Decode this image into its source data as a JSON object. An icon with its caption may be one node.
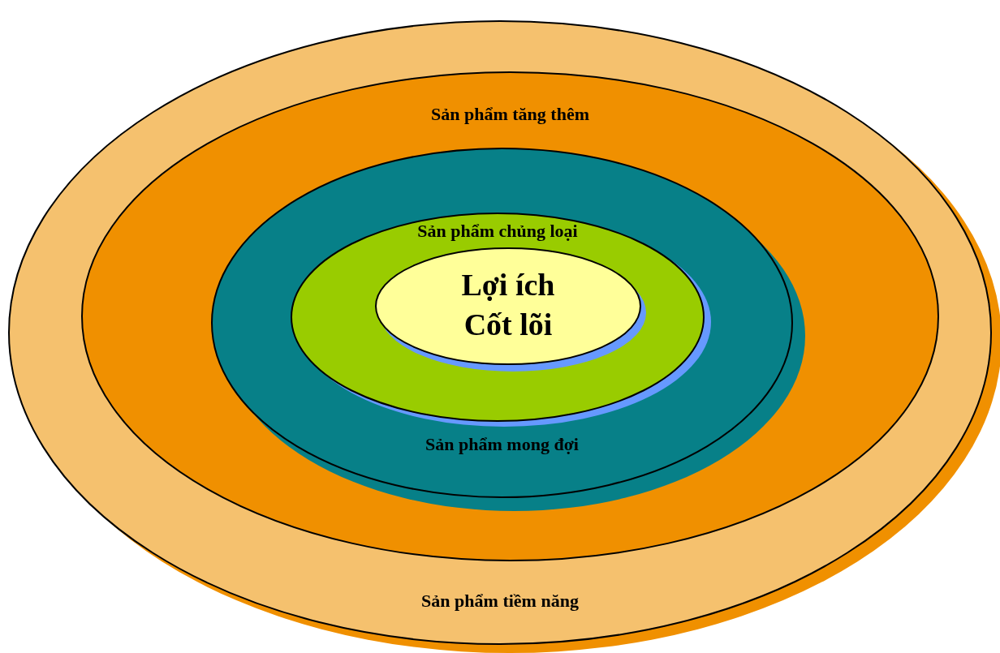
{
  "diagram": {
    "nodes": [
      {
        "text": [
          "Sản phẩm tiềm năng"
        ]
      },
      {
        "text": [
          "Sản phẩm tăng thêm"
        ],
        "in": 0
      },
      {
        "text": [
          "Sản phẩm mong đợi"
        ],
        "in": 1
      },
      {
        "text": [
          "Sản phẩm chủng loại"
        ],
        "in": 2
      },
      {
        "text": [
          "Lợi ích Cốt lõi"
        ],
        "in": 3
      }
    ]
  }
}
